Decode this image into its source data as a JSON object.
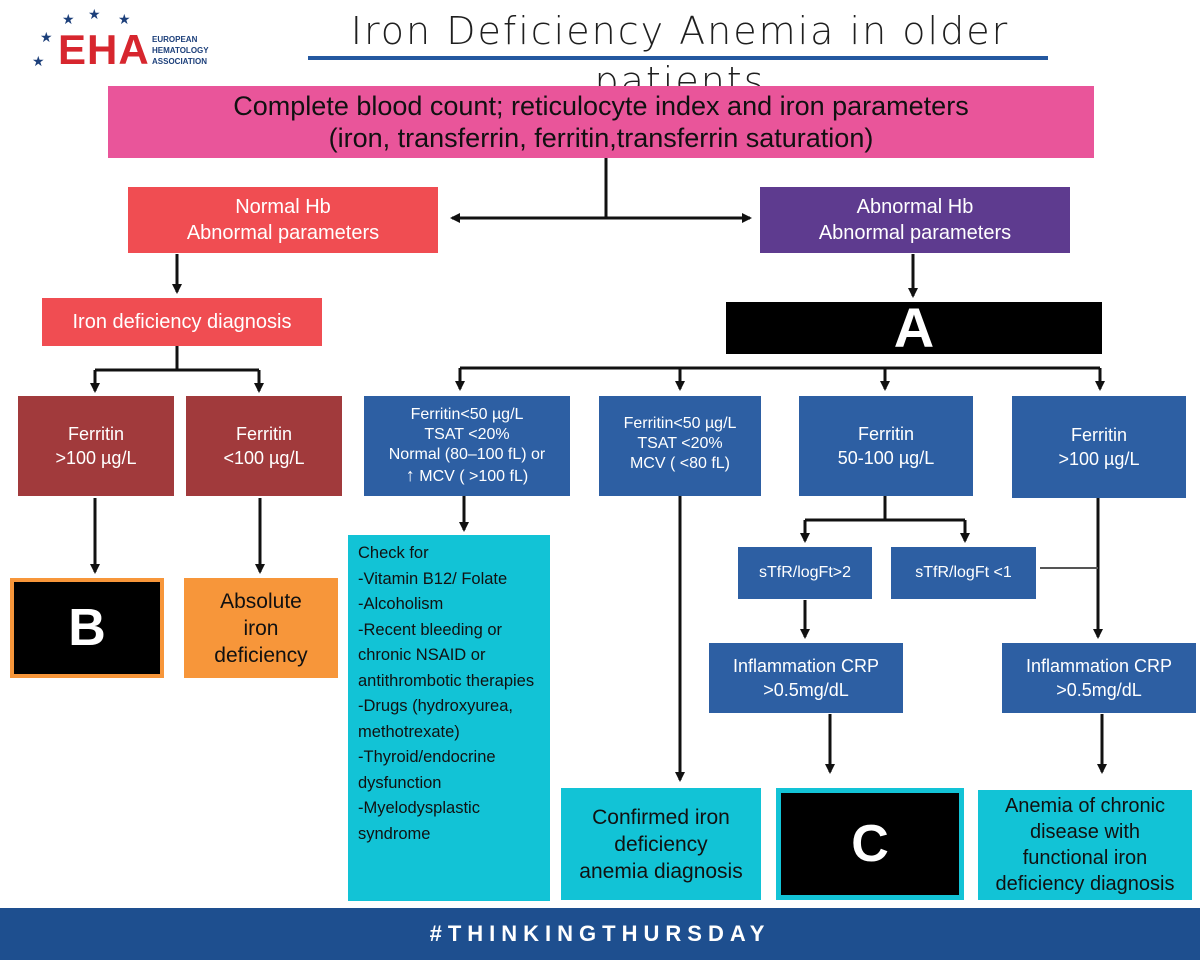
{
  "header": {
    "title": "Iron Deficiency Anemia in older patients",
    "logo_letters": "EHA",
    "logo_subtitle": "EUROPEAN\nHEMATOLOGY\nASSOCIATION"
  },
  "flowchart": {
    "top": "Complete blood count; reticulocyte index and iron parameters\n(iron, transferrin, ferritin,transferrin saturation)",
    "normal_hb": "Normal Hb\nAbnormal parameters",
    "abnormal_hb": "Abnormal Hb\nAbnormal parameters",
    "iron_def_diagnosis": "Iron deficiency diagnosis",
    "ferritin_gt100_left": "Ferritin\n>100 µg/L",
    "ferritin_lt100_left": "Ferritin\n<100 µg/L",
    "label_a": "A",
    "label_b": "B",
    "label_c": "C",
    "absolute_iron_def": "Absolute\niron\ndeficiency",
    "macro_box_line1": "Ferritin<50 µg/L",
    "macro_box_line2": "TSAT <20%",
    "macro_box_line3": "Normal (80–100 fL) or",
    "macro_box_line4": "MCV ( >100 fL)",
    "up_arrow_glyph": "🡅",
    "micro_box": "Ferritin<50 µg/L\nTSAT <20%\nMCV ( <80 fL)",
    "ferritin_50_100": "Ferritin\n50-100 µg/L",
    "ferritin_gt100_right": "Ferritin\n>100 µg/L",
    "check_for": "Check for\n-Vitamin B12/ Folate\n-Alcoholism\n-Recent bleeding or chronic NSAID or antithrombotic therapies\n-Drugs (hydroxyurea, methotrexate)\n-Thyroid/endocrine dysfunction\n-Myelodysplastic syndrome",
    "stfr_gt2": "sTfR/logFt>2",
    "stfr_lt1": "sTfR/logFt <1",
    "crp_left": "Inflammation CRP\n>0.5mg/dL",
    "crp_right": "Inflammation CRP\n>0.5mg/dL",
    "confirmed_ida": "Confirmed iron\ndeficiency\nanemia diagnosis",
    "acd": "Anemia of chronic\ndisease with\nfunctional iron\ndeficiency diagnosis"
  },
  "footer": {
    "hashtag": "#THINKINGTHURSDAY"
  },
  "colors": {
    "pink": "#e9559a",
    "coral": "#f04d52",
    "purple": "#5e3b8f",
    "maroon": "#a13a3c",
    "blue": "#2d5fa3",
    "cyan": "#12c3d6",
    "orange": "#f7963a",
    "navy": "#1e4f8f"
  }
}
